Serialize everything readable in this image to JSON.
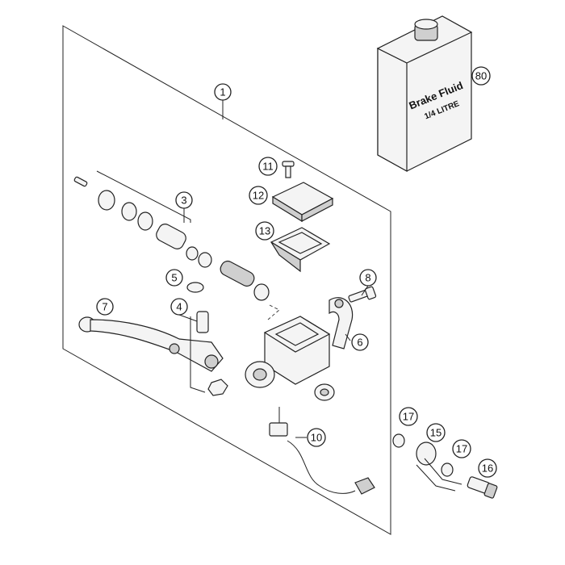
{
  "callouts": {
    "c1": "1",
    "c3": "3",
    "c4": "4",
    "c5": "5",
    "c6": "6",
    "c7": "7",
    "c8": "8",
    "c10": "10",
    "c11": "11",
    "c12": "12",
    "c13": "13",
    "c15": "15",
    "c16": "16",
    "c17a": "17",
    "c17b": "17",
    "c80": "80"
  },
  "bottle": {
    "line1": "Brake Fluid",
    "line2": "1/4 LITRE"
  }
}
